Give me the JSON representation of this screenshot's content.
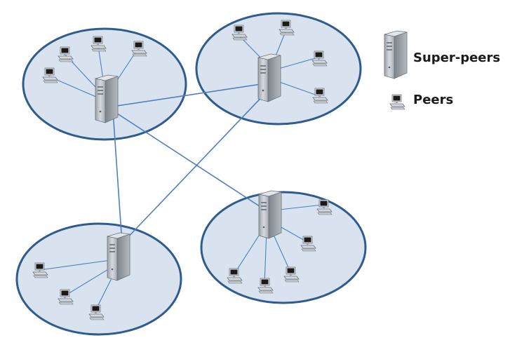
{
  "legend": {
    "super_peer_label": "Super-peers",
    "peer_label": "Peers"
  },
  "icons": {
    "super_peer": "server-tower-icon",
    "peer": "desktop-computer-icon"
  },
  "colors": {
    "cluster_fill": "#d9e3ef",
    "cluster_stroke": "#2f5c8c",
    "link": "#4f7fbf",
    "server_body": "#b9bec4",
    "monitor_screen": "#1a1a1a"
  },
  "clusters": [
    {
      "id": "top-left",
      "peer_count": 4
    },
    {
      "id": "top-right",
      "peer_count": 4
    },
    {
      "id": "bottom-left",
      "peer_count": 3
    },
    {
      "id": "bottom-right",
      "peer_count": 5
    }
  ]
}
